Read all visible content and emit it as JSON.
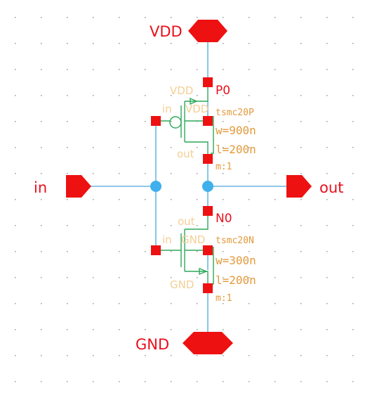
{
  "ports": {
    "vdd": "VDD",
    "gnd": "GND",
    "in": "in",
    "out": "out"
  },
  "pmos": {
    "instance": "P0",
    "model": "tsmc20P",
    "w": "w=900n",
    "l": "l=200n",
    "m": "m:1",
    "pin_source": "VDD",
    "pin_gate": "in",
    "pin_body": "VDD",
    "pin_drain": "out"
  },
  "nmos": {
    "instance": "N0",
    "model": "tsmc20N",
    "w": "w=300n",
    "l": "l=200n",
    "m": "m:1",
    "pin_drain": "out",
    "pin_gate": "in",
    "pin_body": "GND",
    "pin_source": "GND"
  },
  "colors": {
    "port": "#ee1111",
    "wire": "#6ab7e3",
    "device": "#2fa85a",
    "parameter_text": "#e29a3c",
    "background": "#ffffff"
  }
}
